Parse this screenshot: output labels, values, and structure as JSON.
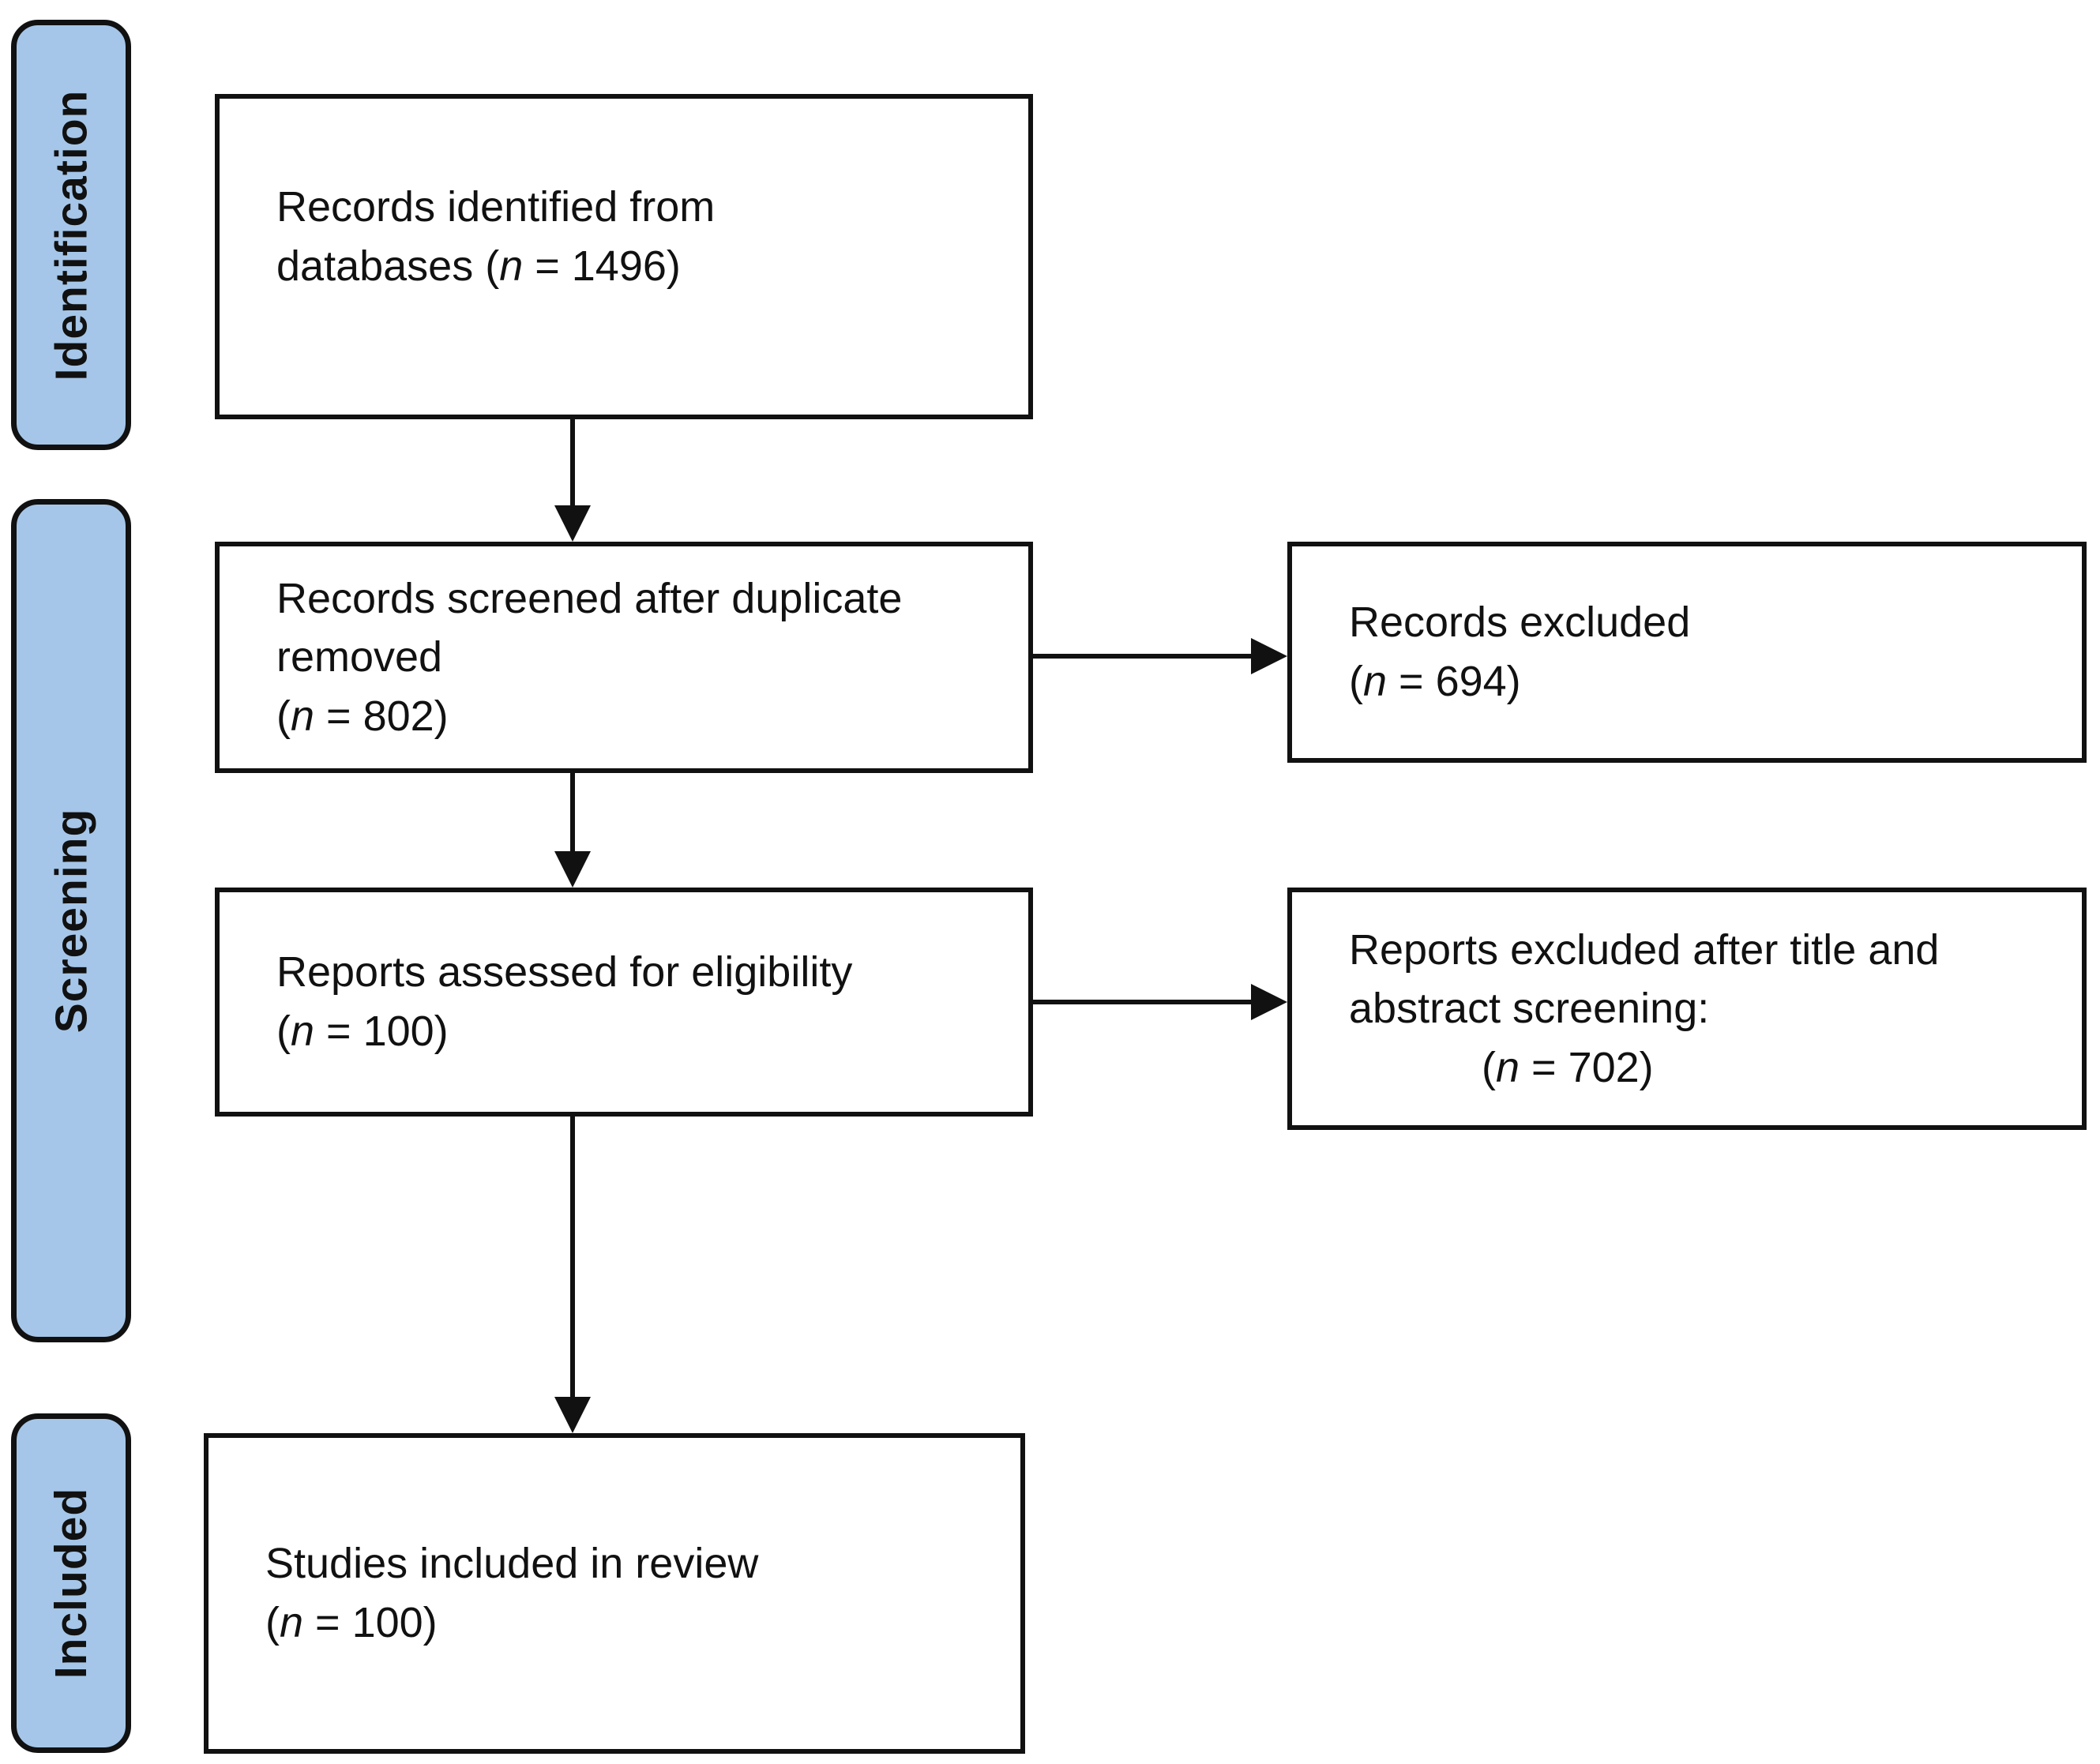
{
  "stages": {
    "identification": "Identification",
    "screening": "Screening",
    "included": "Included"
  },
  "boxes": {
    "records_identified": {
      "lines": [
        "Records identified from",
        "databases (n = 1496)"
      ]
    },
    "records_screened": {
      "lines": [
        "Records screened after duplicate",
        "removed",
        "(n = 802)"
      ]
    },
    "records_excluded": {
      "lines": [
        "Records excluded",
        "(n = 694)"
      ]
    },
    "reports_assessed": {
      "lines": [
        "Reports assessed for eligibility",
        "(n = 100)"
      ]
    },
    "reports_excluded_title_abstract": {
      "lines": [
        "Reports excluded after title and",
        "abstract screening:",
        "(n = 702)"
      ]
    },
    "studies_included": {
      "lines": [
        "Studies included in review",
        "(n = 100)"
      ]
    }
  },
  "colors": {
    "stage_fill": "#A5C6E8",
    "border": "#111111",
    "box_fill": "#FFFFFF",
    "text": "#111111",
    "page_bg": "#FFFFFF"
  }
}
